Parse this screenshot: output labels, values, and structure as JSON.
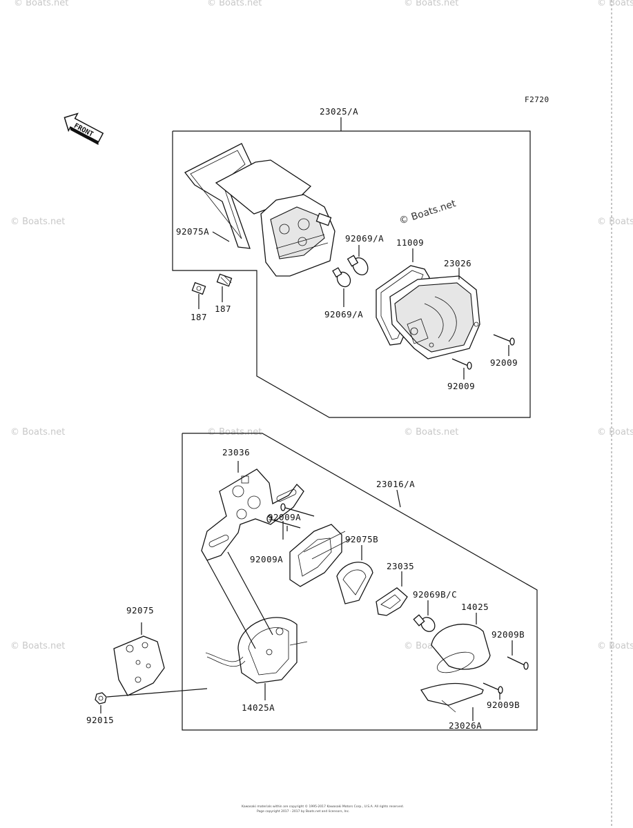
{
  "diagram_code": "F2720",
  "front_label": "FRONT",
  "watermark_text": "© Boats.net",
  "watermark_center_text": "© Boats.net",
  "footer_line1": "Kawasaki materials within are copyright © 1995-2017 Kawasaki Motors Corp., U.S.A. All rights reserved.",
  "footer_line2": "Page copyright 2017 - 2017 by Boats.net and licensors, Inc.",
  "labels": {
    "l23025a": "23025/A",
    "l92075a": "92075A",
    "l92069a_top": "92069/A",
    "l11009": "11009",
    "l23026": "23026",
    "l187_left": "187",
    "l187_right": "187",
    "l92069a_bot": "92069/A",
    "l92009_right": "92009",
    "l92009_bot": "92009",
    "l23036": "23036",
    "l23016a": "23016/A",
    "l92009a_top": "92009A",
    "l92009a_bot": "92009A",
    "l92075b": "92075B",
    "l23035": "23035",
    "l92069bc": "92069B/C",
    "l14025": "14025",
    "l92075": "92075",
    "l92009b_top": "92009B",
    "l92009b_bot": "92009B",
    "l92015": "92015",
    "l14025a": "14025A",
    "l23026a": "23026A"
  }
}
